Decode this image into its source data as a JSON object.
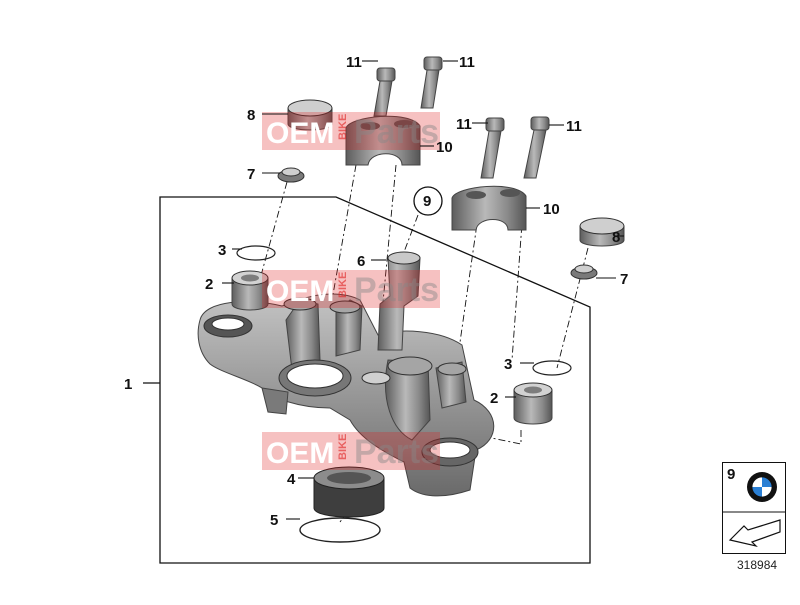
{
  "diagram": {
    "callouts": {
      "c1": "1",
      "c2a": "2",
      "c2b": "2",
      "c3a": "3",
      "c3b": "3",
      "c4": "4",
      "c5": "5",
      "c6": "6",
      "c7a": "7",
      "c7b": "7",
      "c8a": "8",
      "c8b": "8",
      "c9": "9",
      "c10a": "10",
      "c10b": "10",
      "c11a": "11",
      "c11b": "11",
      "c11c": "11",
      "c11d": "11"
    },
    "watermark": {
      "oem": "OEM",
      "bike": "BIKE",
      "parts": "Parts"
    },
    "legend": {
      "number": "9",
      "emblem": "bmw-roundel-icon",
      "arrow": "arrow-icon"
    },
    "diagram_id": "318984"
  },
  "colors": {
    "part_grey": "#8f8f8f",
    "watermark_red": "#e02020",
    "line": "#111111"
  }
}
